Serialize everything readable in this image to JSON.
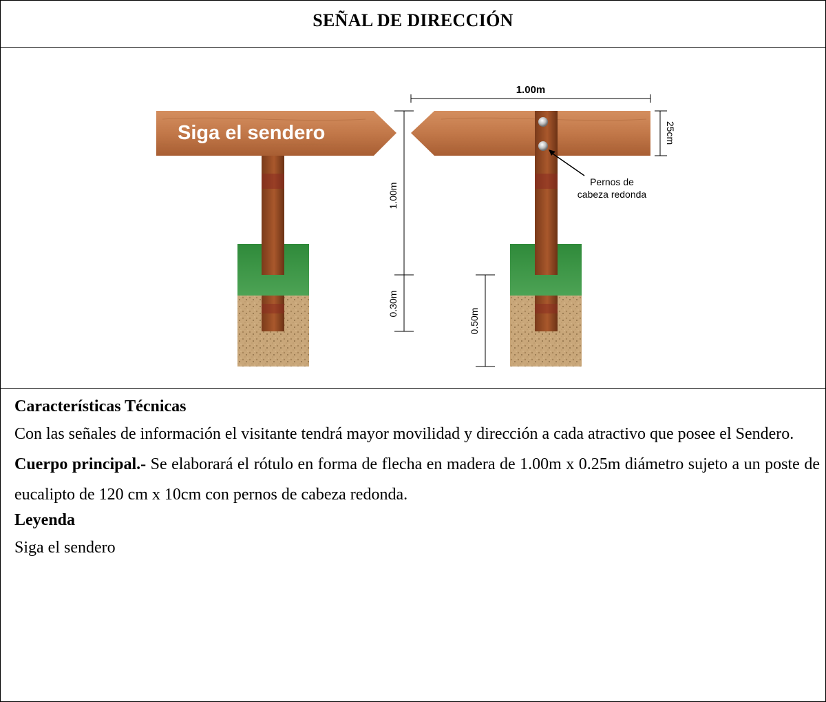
{
  "document": {
    "title": "SEÑAL DE DIRECCIÓN",
    "figure": {
      "sign_text": "Siga el sendero",
      "dim_width": "1.00m",
      "dim_board_height": "25cm",
      "dim_post_above": "1.00m",
      "dim_post_buried": "0.30m",
      "dim_base_depth": "0.50m",
      "bolts_label_line1": "Pernos de",
      "bolts_label_line2": "cabeza redonda"
    },
    "sections": {
      "tech_heading": "Características Técnicas",
      "tech_paragraph": "Con las señales de información el visitante tendrá mayor movilidad y dirección a cada atractivo que posee el Sendero.",
      "body_label": "Cuerpo principal.-",
      "body_text": " Se elaborará el rótulo en forma de flecha en madera de 1.00m x 0.25m diámetro sujeto a un poste de eucalipto de 120 cm x 10cm con pernos de cabeza redonda.",
      "legend_heading": "Leyenda",
      "legend_text": "Siga el sendero"
    }
  }
}
